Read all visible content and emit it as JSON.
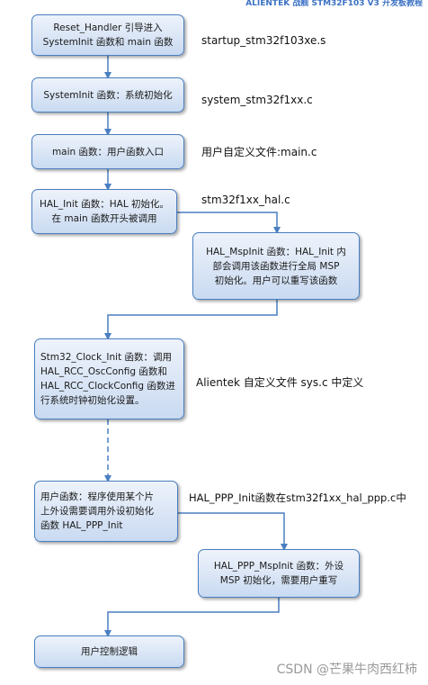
{
  "header": "ALIENTEK 战舰 STM32F103 V3 开发板教程",
  "boxes": {
    "reset": "Reset_Handler 引导进入\nSystemInit 函数和 main 函数",
    "sysinit": "SystemInit 函数：系统初始化",
    "main": "main 函数：用户函数入口",
    "hal_init": "HAL_Init 函数：HAL 初始化。\n在 main 函数开头被调用",
    "msp_init": "HAL_MspInit 函数：HAL_Init 内\n部会调用该函数进行全局 MSP\n初始化。用户可以重写该函数",
    "clock_init": "Stm32_Clock_Init 函数：调用\nHAL_RCC_OscConfig 函数和\nHAL_RCC_ClockConfig 函数进\n行系统时钟初始化设置。",
    "user_func": "用户函数：程序使用某个片\n上外设需要调用外设初始化\n函数 HAL_PPP_Init",
    "ppp_msp": "HAL_PPP_MspInit 函数：外设\nMSP 初始化，需要用户重写",
    "user_logic": "用户控制逻辑"
  },
  "notes": {
    "startup": "startup_stm32f103xe.s",
    "system": "system_stm32f1xx.c",
    "main_file": "用户自定义文件:main.c",
    "hal_file": "stm32f1xx_hal.c",
    "sys_file": "Alientek 自定义文件 sys.c 中定义",
    "ppp_file": "HAL_PPP_Init函数在stm32f1xx_hal_ppp.c中"
  },
  "watermark": "CSDN @芒果牛肉西红柿"
}
